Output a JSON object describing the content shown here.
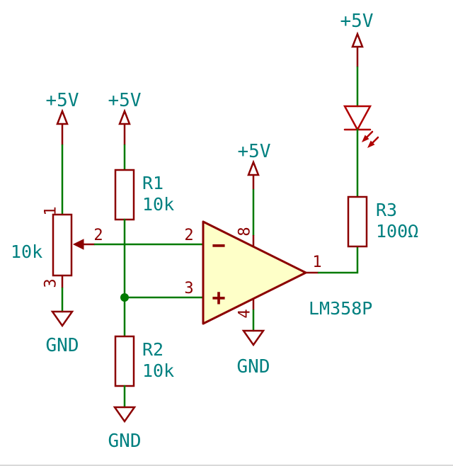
{
  "schematic": {
    "nets": {
      "vcc": "+5V",
      "gnd": "GND"
    },
    "potentiometer": {
      "value": "10k",
      "pin_top": "1",
      "pin_wiper": "2",
      "pin_bottom": "3"
    },
    "r1": {
      "ref": "R1",
      "value": "10k"
    },
    "r2": {
      "ref": "R2",
      "value": "10k"
    },
    "r3": {
      "ref": "R3",
      "value": "100Ω"
    },
    "opamp": {
      "ref": "LM358P",
      "pin_inverting": "2",
      "pin_noninverting": "3",
      "pin_output": "1",
      "pin_vplus": "8",
      "pin_vminus": "4",
      "inverting_sign": "−",
      "noninverting_sign": "+"
    },
    "colors": {
      "wire": "#007A00",
      "component_outline": "#8B0000",
      "led_outline": "#B00000",
      "text_label": "#008080",
      "pin_number": "#8B0000",
      "opamp_fill": "#FEFFC8",
      "background": "#FFFFFF"
    }
  }
}
